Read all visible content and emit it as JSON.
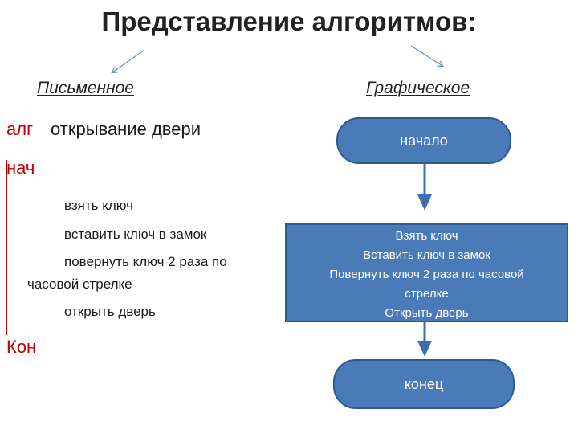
{
  "title": "Представление алгоритмов:",
  "written": {
    "heading": "Письменное",
    "alg_keyword": "алг",
    "alg_name": "открывание двери",
    "begin_keyword": "нач",
    "steps": [
      "взять ключ",
      "вставить ключ в замок",
      "повернуть ключ 2 раза по",
      "часовой стрелке",
      "открыть дверь"
    ],
    "end_keyword": "Кон"
  },
  "graphic": {
    "heading": "Графическое",
    "start_label": "начало",
    "process_lines": [
      "Взять ключ",
      "Вставить ключ в замок",
      "Повернуть ключ 2 раза по часовой",
      "стрелке",
      "Открыть дверь"
    ],
    "end_label": "конец"
  },
  "colors": {
    "keyword": "#c00000",
    "shape_fill": "#4a7ab8",
    "shape_border": "#2f5a8f",
    "pointer_arrow": "#6b8fc4",
    "flow_arrow": "#3d6fb0"
  }
}
